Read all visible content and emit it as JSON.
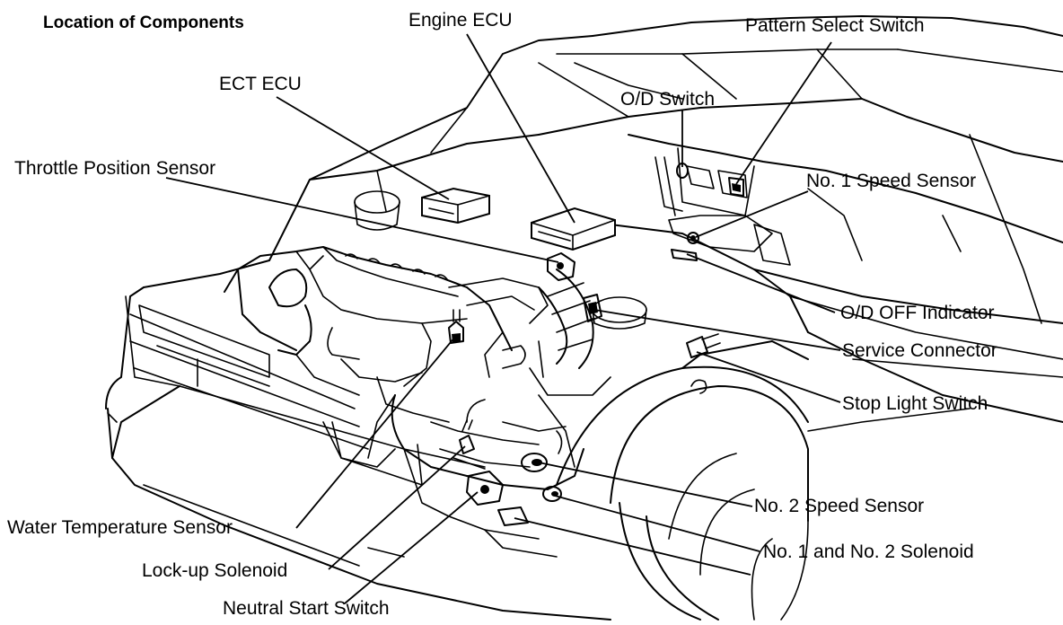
{
  "title": "Location of Components",
  "labels": {
    "engine_ecu": "Engine ECU",
    "pattern_select_switch": "Pattern Select Switch",
    "ect_ecu": "ECT ECU",
    "od_switch": "O/D Switch",
    "throttle_position_sensor": "Throttle Position Sensor",
    "no1_speed_sensor": "No. 1 Speed Sensor",
    "od_off_indicator": "O/D OFF Indicator",
    "service_connector": "Service Connector",
    "stop_light_switch": "Stop Light Switch",
    "no2_speed_sensor": "No. 2 Speed Sensor",
    "water_temperature_sensor": "Water Temperature Sensor",
    "no1_no2_solenoid": "No. 1 and No. 2 Solenoid",
    "lockup_solenoid": "Lock-up Solenoid",
    "neutral_start_switch": "Neutral Start Switch"
  }
}
